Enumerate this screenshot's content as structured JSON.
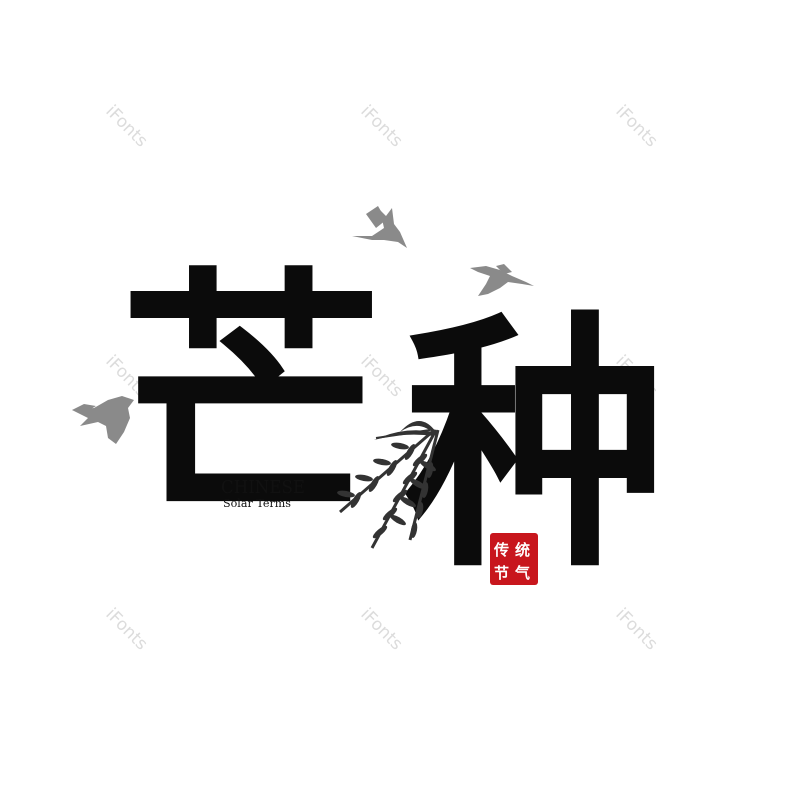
{
  "watermark": {
    "text": "iFonts"
  },
  "title": {
    "char_1": "芒",
    "char_2": "种"
  },
  "caption": {
    "line_1": "CHINESE",
    "line_2": "Solar Terms"
  },
  "seal": {
    "chars": [
      "传",
      "统",
      "节",
      "气"
    ]
  },
  "colors": {
    "ink": "#0b0b0b",
    "bird_grey": "#8a8a8a",
    "wheat_dark": "#333333",
    "seal_red": "#c8161d",
    "watermark": "#dcdcdc",
    "background": "#ffffff"
  },
  "icons": [
    "swallow-icon",
    "crane-icon",
    "crane-icon",
    "wheat-icon",
    "seal-icon"
  ]
}
